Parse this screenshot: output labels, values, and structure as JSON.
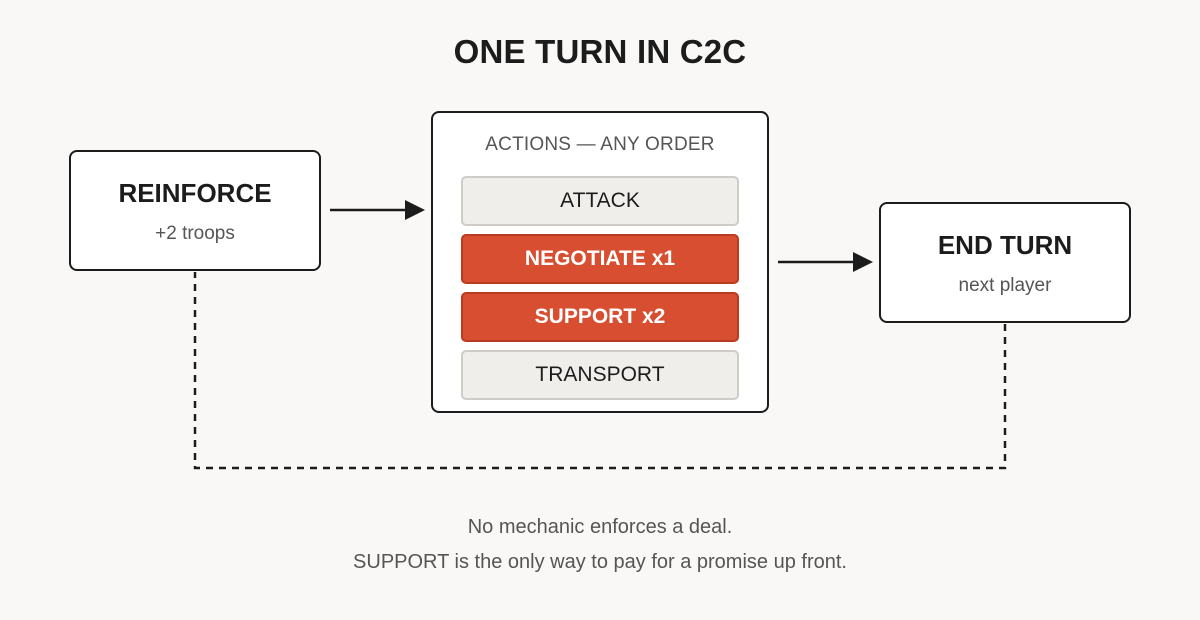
{
  "title": "ONE TURN IN C2C",
  "reinforce": {
    "title": "REINFORCE",
    "subtitle": "+2 troops"
  },
  "actions": {
    "header": "ACTIONS — ANY ORDER",
    "items": [
      {
        "label": "ATTACK",
        "highlighted": false
      },
      {
        "label": "NEGOTIATE x1",
        "highlighted": true
      },
      {
        "label": "SUPPORT x2",
        "highlighted": true
      },
      {
        "label": "TRANSPORT",
        "highlighted": false
      }
    ]
  },
  "end_turn": {
    "title": "END TURN",
    "subtitle": "next player"
  },
  "caption": {
    "line1": "No mechanic enforces a deal.",
    "line2": "SUPPORT is the only way to pay for a promise up front."
  },
  "colors": {
    "background": "#f9f8f6",
    "accent": "#d84e30",
    "ink": "#1c1c1c",
    "muted": "#555555",
    "plain_fill": "#efeeeb"
  }
}
